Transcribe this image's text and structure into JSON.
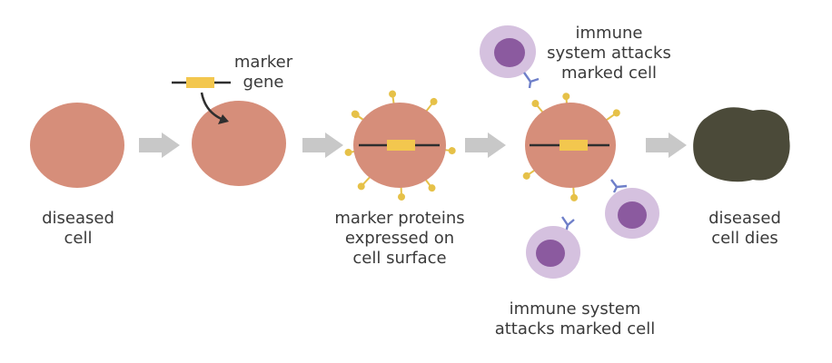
{
  "colors": {
    "cell": "#d68e7a",
    "dead_cell": "#4b4a39",
    "arrow": "#c8c8c8",
    "marker_gene": "#f3c74e",
    "gene_line": "#2f2f2f",
    "protein": "#e6c148",
    "immune_outer": "#d5c1df",
    "immune_inner": "#8b5a9f",
    "receptor": "#6e7fc9",
    "text": "#3a3a3a"
  },
  "labels": {
    "diseased_cell": [
      "diseased",
      "cell"
    ],
    "marker_gene": [
      "marker",
      "gene"
    ],
    "marker_proteins": [
      "marker proteins",
      "expressed on",
      "cell surface"
    ],
    "immune_attack_top": [
      "immune",
      "system attacks",
      "marked cell"
    ],
    "immune_attack_bottom": [
      "immune system",
      "attacks marked cell"
    ],
    "cell_dies": [
      "diseased",
      "cell dies"
    ]
  },
  "icons": {
    "flow_arrow": "arrow-right-icon",
    "insert_arrow": "curved-arrow-icon"
  }
}
